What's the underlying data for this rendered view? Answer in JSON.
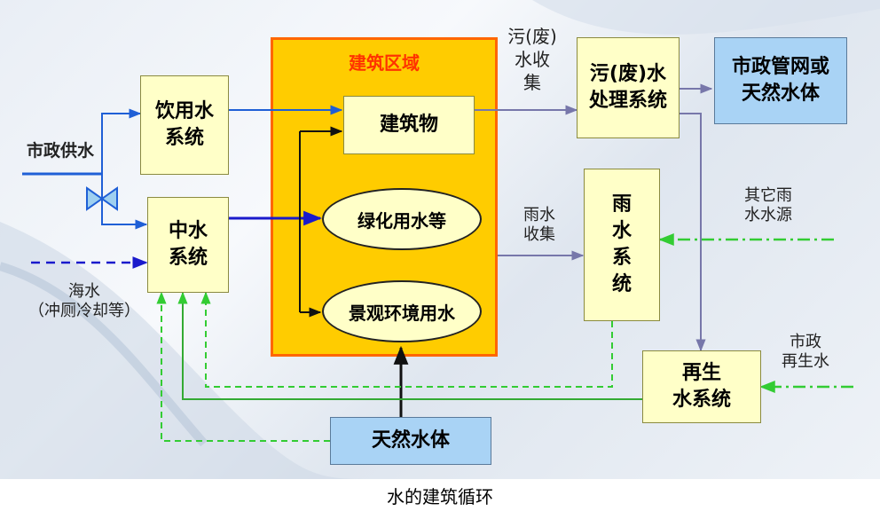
{
  "region_title": "建筑区域",
  "boxes": {
    "municipal_supply": "市政供水",
    "drinking": "饮用水\n系统",
    "reclaimed": "中水\n系统",
    "building": "建筑物",
    "greening": "绿化用水等",
    "landscape": "景观环境用水",
    "sewage_treatment": "污(废)水\n处理系统",
    "municipal_network": "市政管网或\n天然水体",
    "rainwater": "雨\n水\n系\n统",
    "recycled": "再生\n水系统",
    "natural_water": "天然水体"
  },
  "labels": {
    "sewage_collect": "污(废)\n水收\n集",
    "rain_collect": "雨水\n收集",
    "other_rain": "其它雨\n水水源",
    "municipal_recycled": "市政\n再生水",
    "seawater": "海水\n（冲厕冷却等）"
  },
  "caption": "水的建筑循环",
  "colors": {
    "region_fill": "#ffcc00",
    "region_border": "#ff6600",
    "region_title": "#ff3300",
    "blue_line": "#1f5fd6",
    "dark_blue_line": "#1a1acc",
    "purple_line": "#7777aa",
    "green_dash": "#33cc33",
    "green_solid": "#33aa33"
  }
}
